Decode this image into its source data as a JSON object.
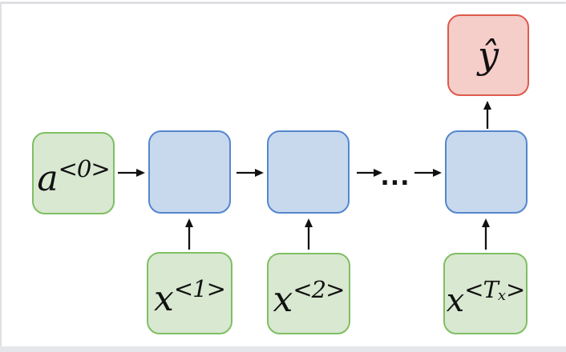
{
  "frame": {
    "background": "#ffffff",
    "border_color": "#dfe0e4",
    "bottom_bar_color": "#e4e6e9"
  },
  "palette": {
    "green_fill": "#d9e8d1",
    "green_border": "#7fbf63",
    "blue_fill": "#c8d9ee",
    "blue_border": "#5586ce",
    "red_fill": "#f5cdc9",
    "red_border": "#de5a4c",
    "arrow_color": "#111111"
  },
  "diagram": {
    "type": "rnn-many-to-one",
    "ellipsis": "...",
    "nodes": {
      "a0": {
        "base": "a",
        "sup_pre": "<0>"
      },
      "x1": {
        "base": "x",
        "sup_pre": "<1>"
      },
      "x2": {
        "base": "x",
        "sup_pre": "<2>"
      },
      "xT": {
        "base": "x",
        "sup_pre": "<T",
        "sup_sub": "x",
        "sup_post": ">"
      },
      "yhat": {
        "base": "ŷ"
      }
    }
  }
}
